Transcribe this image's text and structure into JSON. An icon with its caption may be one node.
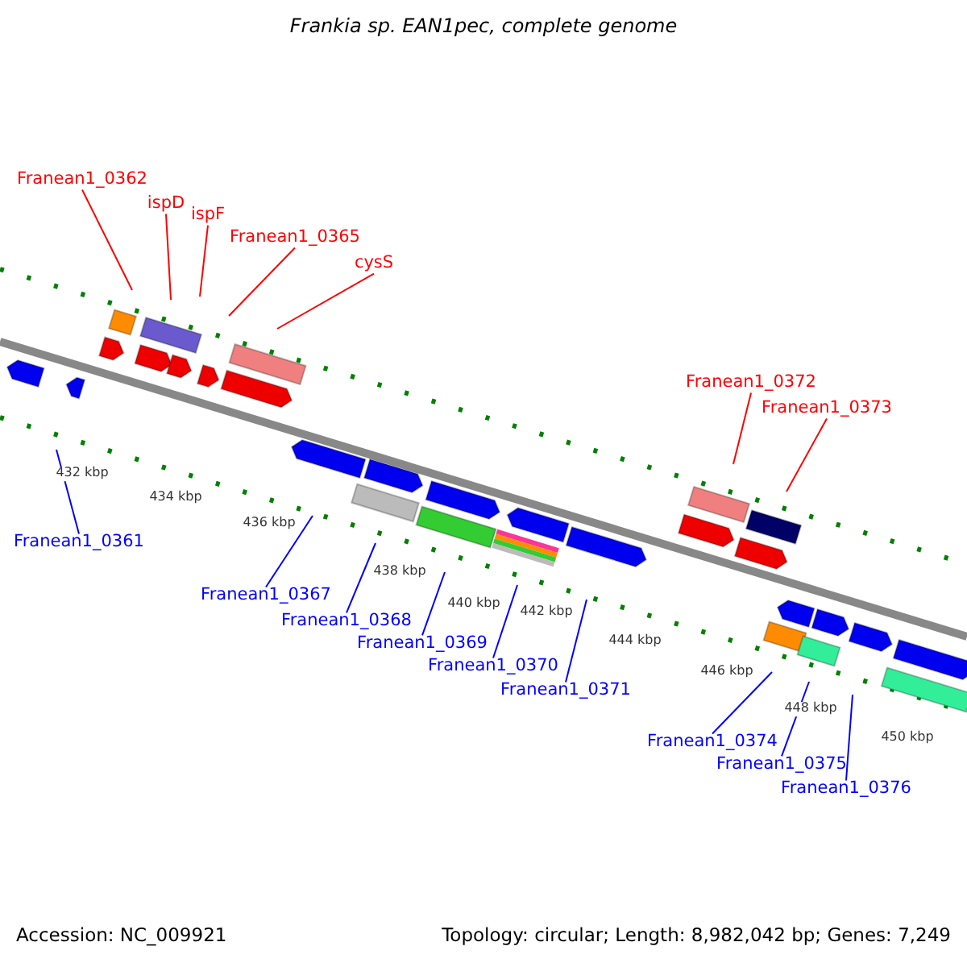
{
  "diagram": {
    "title": "Frankia sp. EAN1pec, complete genome",
    "nodes": [
      {
        "text": [
          "Franean1_0362"
        ]
      },
      {
        "text": [
          "ispD"
        ]
      },
      {
        "text": [
          "ispF"
        ]
      },
      {
        "text": [
          "Franean1_0365"
        ]
      },
      {
        "text": [
          "cysS"
        ]
      },
      {
        "text": [
          "Franean1_0372"
        ]
      },
      {
        "text": [
          "Franean1_0373"
        ]
      },
      {
        "text": [
          "Franean1_0361"
        ]
      },
      {
        "text": [
          "Franean1_0367"
        ]
      },
      {
        "text": [
          "Franean1_0368"
        ]
      },
      {
        "text": [
          "Franean1_0369"
        ]
      },
      {
        "text": [
          "Franean1_0370"
        ]
      },
      {
        "text": [
          "Franean1_0371"
        ]
      },
      {
        "text": [
          "Franean1_0374"
        ]
      },
      {
        "text": [
          "Franean1_0375"
        ]
      },
      {
        "text": [
          "Franean1_0376"
        ]
      }
    ],
    "edges": [
      {
        "from": 0,
        "to": null,
        "arrow": "none",
        "color": "#ff0000"
      },
      {
        "from": 1,
        "to": null,
        "arrow": "none",
        "color": "#ff0000"
      },
      {
        "from": 2,
        "to": null,
        "arrow": "none",
        "color": "#ff0000"
      },
      {
        "from": 3,
        "to": null,
        "arrow": "none",
        "color": "#ff0000"
      },
      {
        "from": 4,
        "to": null,
        "arrow": "none",
        "color": "#ff0000"
      },
      {
        "from": 5,
        "to": null,
        "arrow": "none",
        "color": "#ff0000"
      },
      {
        "from": 6,
        "to": null,
        "arrow": "none",
        "color": "#ff0000"
      },
      {
        "from": 7,
        "to": null,
        "arrow": "none",
        "color": "#0000ff"
      },
      {
        "from": 8,
        "to": null,
        "arrow": "none",
        "color": "#0000ff"
      },
      {
        "from": 9,
        "to": null,
        "arrow": "none",
        "color": "#0000ff"
      },
      {
        "from": 10,
        "to": null,
        "arrow": "none",
        "color": "#0000ff"
      },
      {
        "from": 11,
        "to": null,
        "arrow": "none",
        "color": "#0000ff"
      },
      {
        "from": 12,
        "to": null,
        "arrow": "none",
        "color": "#0000ff"
      },
      {
        "from": 13,
        "to": null,
        "arrow": "none",
        "color": "#0000ff"
      },
      {
        "from": 14,
        "to": null,
        "arrow": "none",
        "color": "#0000ff"
      },
      {
        "from": 15,
        "to": null,
        "arrow": "none",
        "color": "#0000ff"
      }
    ],
    "labels": [
      "432 kbp",
      "434 kbp",
      "436 kbp",
      "438 kbp",
      "440 kbp",
      "442 kbp",
      "444 kbp",
      "446 kbp",
      "448 kbp",
      "450 kbp",
      "Accession: NC_009921",
      "Topology: circular; Length: 8,982,042 bp; Genes: 7,249"
    ]
  }
}
